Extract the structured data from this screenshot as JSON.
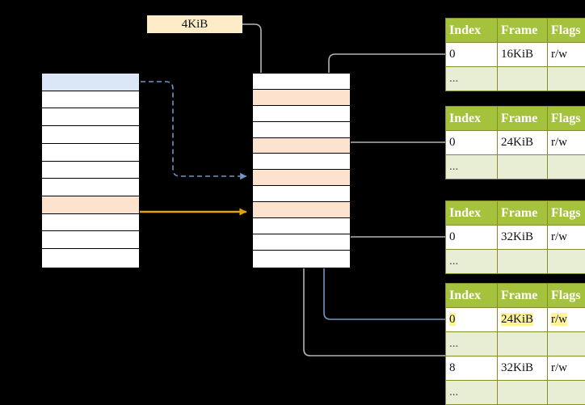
{
  "callout": {
    "label": "4KiB"
  },
  "colors": {
    "header_green": "#a5c23c",
    "alt_row": "#e8eed4",
    "highlight_yellow": "#fdf49a",
    "peach": "#fde3cd",
    "blue_row": "#dbe7f7",
    "dashed_arrow": "#6f96c8",
    "solid_arrow": "#e3a008",
    "gray_connector": "#b3b3b3",
    "blue_connector": "#7296c4",
    "callout_bg": "#fdecc8"
  },
  "virtual_column": {
    "name": "virtual-address-space",
    "rows": 11,
    "highlights": {
      "blue": [
        0
      ],
      "peach": [
        7
      ]
    }
  },
  "physical_column": {
    "name": "physical-memory",
    "rows": 12,
    "highlights": {
      "peach": [
        1,
        4,
        6,
        8
      ]
    }
  },
  "tables": [
    {
      "name": "page-table-level-1",
      "headers": [
        "Index",
        "Frame",
        "Flags"
      ],
      "rows": [
        {
          "cells": [
            "0",
            "16KiB",
            "r/w"
          ],
          "alt": false,
          "highlight": false
        },
        {
          "cells": [
            "...",
            "",
            ""
          ],
          "alt": true,
          "highlight": false
        }
      ]
    },
    {
      "name": "page-table-level-2",
      "headers": [
        "Index",
        "Frame",
        "Flags"
      ],
      "rows": [
        {
          "cells": [
            "0",
            "24KiB",
            "r/w"
          ],
          "alt": false,
          "highlight": false
        },
        {
          "cells": [
            "...",
            "",
            ""
          ],
          "alt": true,
          "highlight": false
        }
      ]
    },
    {
      "name": "page-table-level-3",
      "headers": [
        "Index",
        "Frame",
        "Flags"
      ],
      "rows": [
        {
          "cells": [
            "0",
            "32KiB",
            "r/w"
          ],
          "alt": false,
          "highlight": false
        },
        {
          "cells": [
            "...",
            "",
            ""
          ],
          "alt": true,
          "highlight": false
        }
      ]
    },
    {
      "name": "page-table-level-4",
      "headers": [
        "Index",
        "Frame",
        "Flags"
      ],
      "rows": [
        {
          "cells": [
            "0",
            "24KiB",
            "r/w"
          ],
          "alt": false,
          "highlight": true
        },
        {
          "cells": [
            "...",
            "",
            ""
          ],
          "alt": true,
          "highlight": false
        },
        {
          "cells": [
            "8",
            "32KiB",
            "r/w"
          ],
          "alt": false,
          "highlight": false
        },
        {
          "cells": [
            "...",
            "",
            ""
          ],
          "alt": true,
          "highlight": false
        }
      ]
    }
  ]
}
